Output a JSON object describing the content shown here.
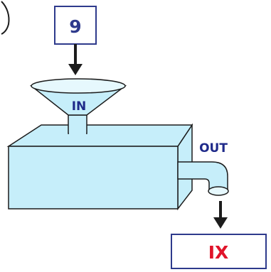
{
  "input_value": "9",
  "output_value": "IX",
  "in_label": "IN",
  "out_label": "OUT",
  "colors": {
    "outline": "#1c1c1c",
    "machine_fill": "#c6eefa",
    "machine_fill_light": "#e6f8fd",
    "input_text": "#2e3a8c",
    "output_text": "#e0142a",
    "label_text": "#1f2a8a",
    "box_border": "#2e3a8c"
  }
}
